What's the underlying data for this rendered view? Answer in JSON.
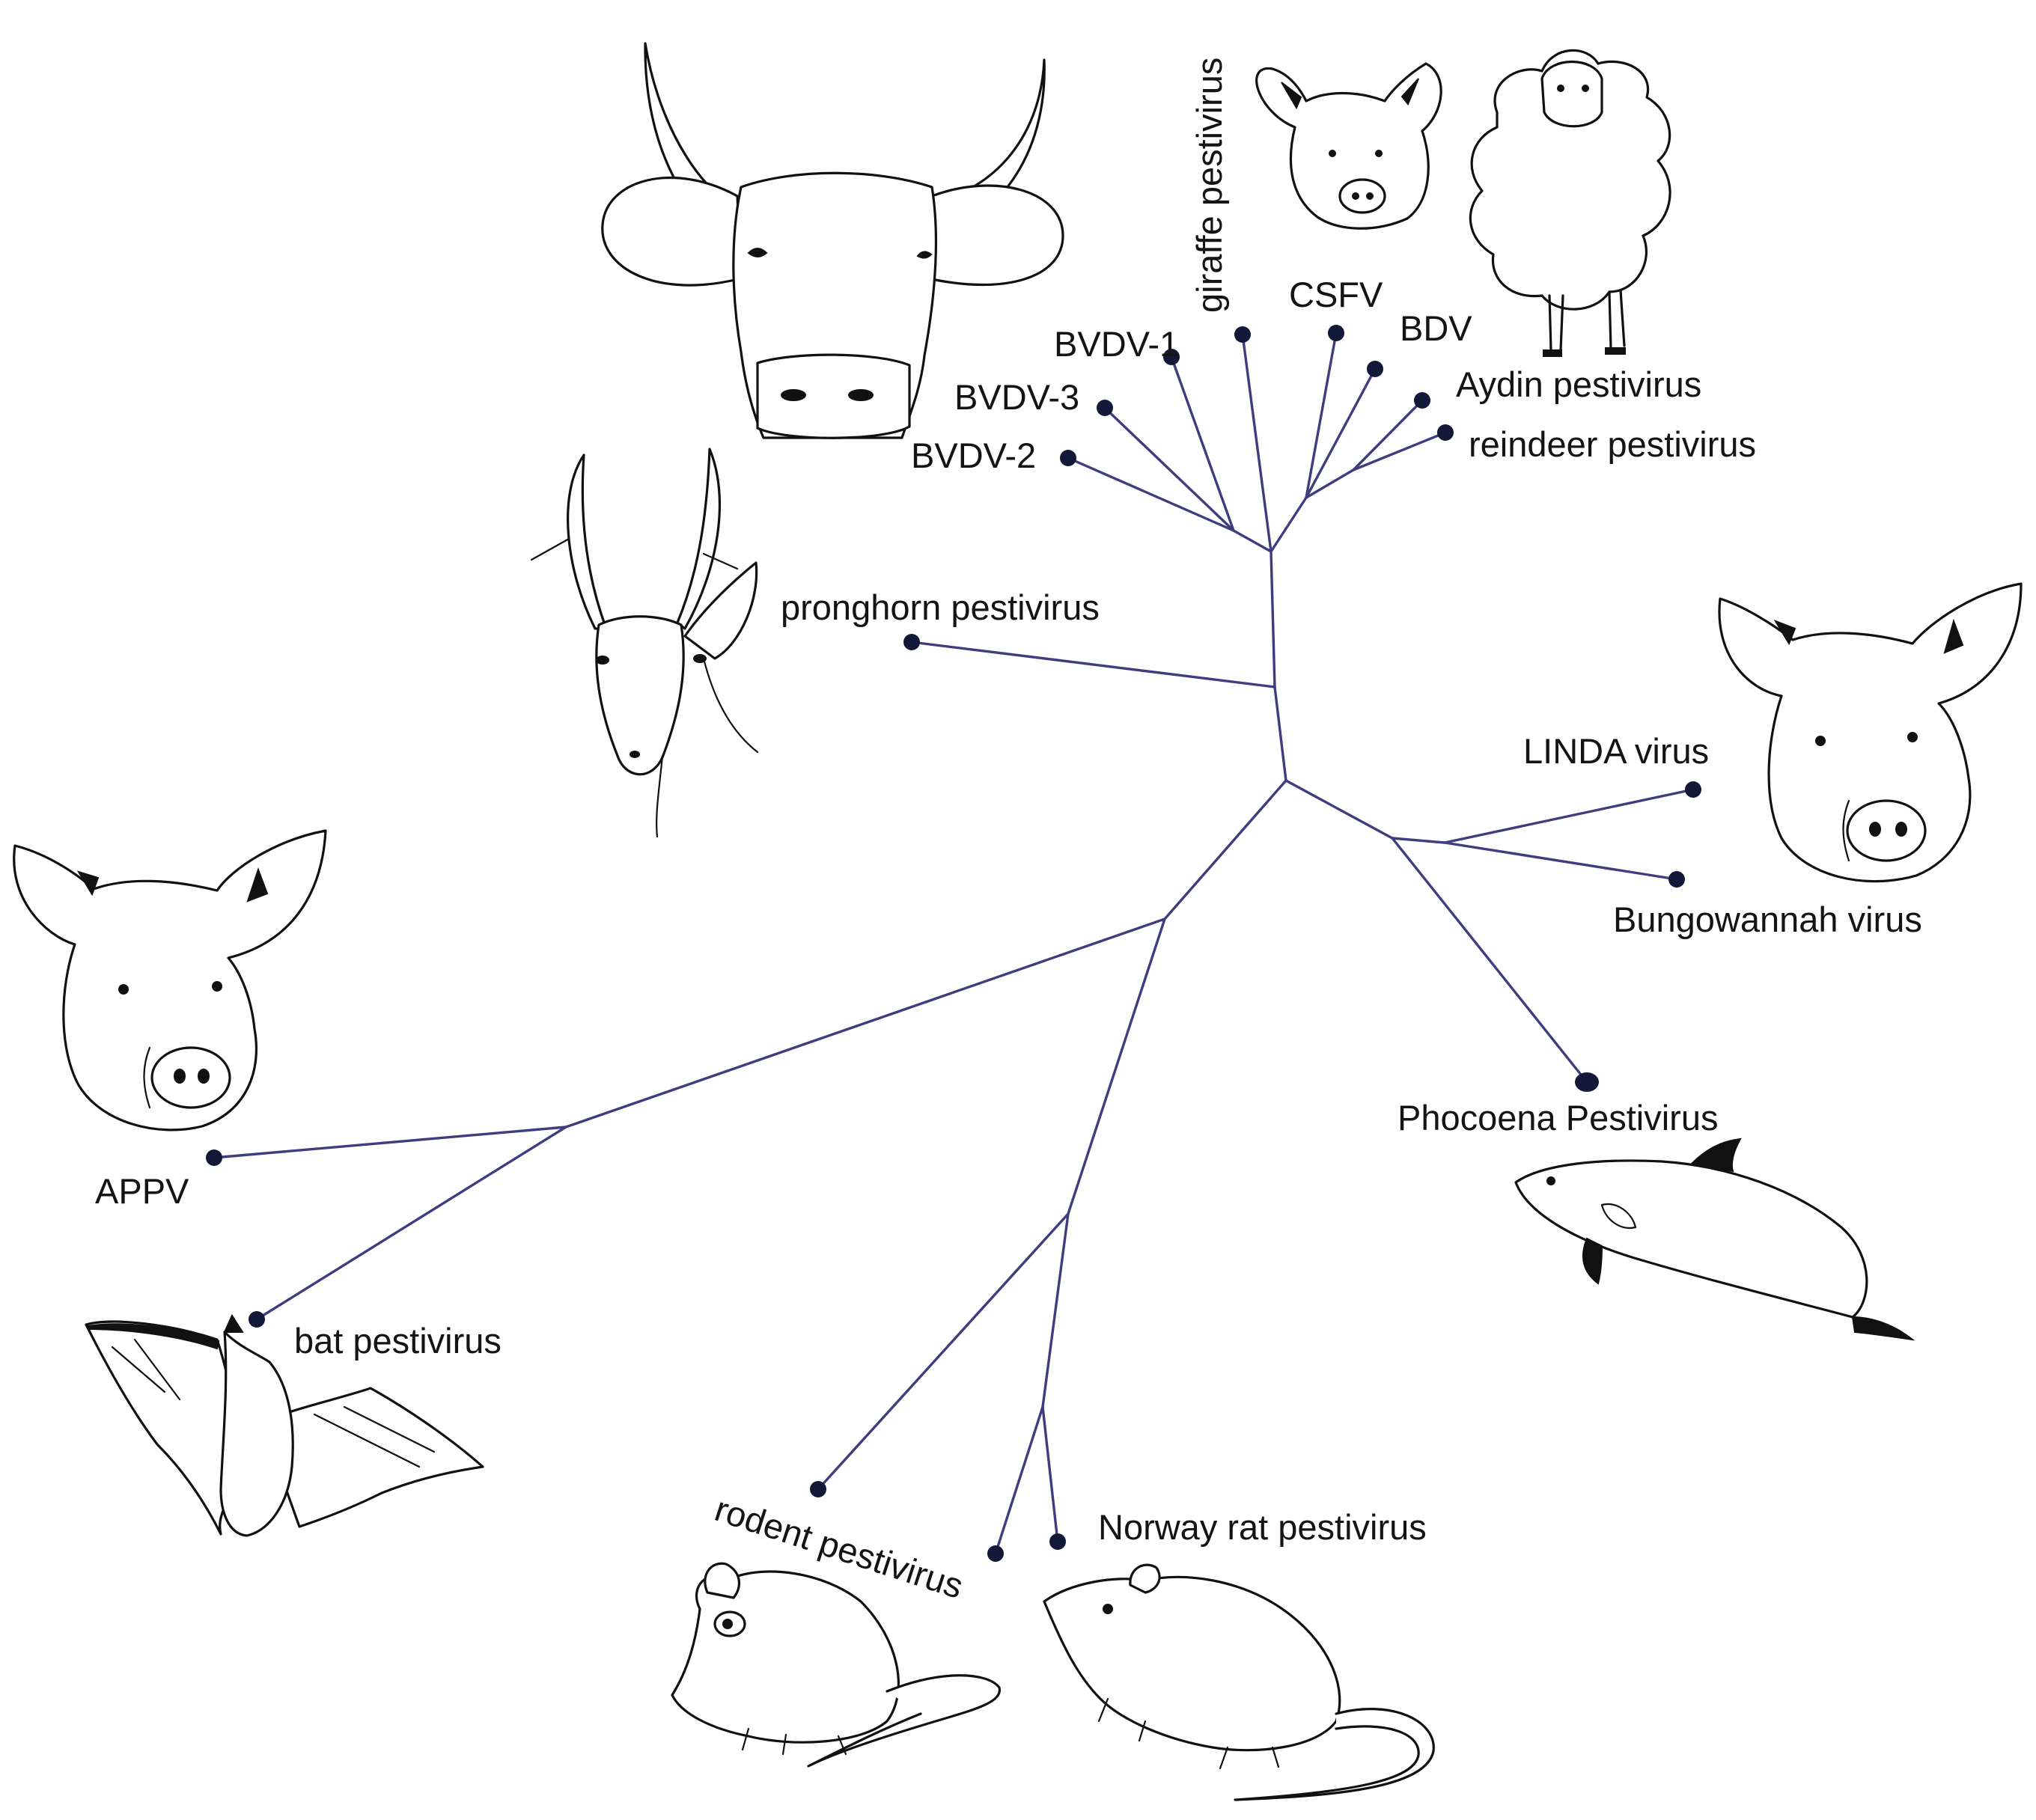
{
  "tree": {
    "branch_color": "#3f3d7e",
    "tip_color": "#121838",
    "leaves": [
      {
        "id": "bvdv1",
        "label": "BVDV-1"
      },
      {
        "id": "bvdv3",
        "label": "BVDV-3"
      },
      {
        "id": "bvdv2",
        "label": "BVDV-2"
      },
      {
        "id": "giraffe",
        "label": "giraffe pestivirus"
      },
      {
        "id": "csfv",
        "label": "CSFV"
      },
      {
        "id": "bdv",
        "label": "BDV"
      },
      {
        "id": "aydin",
        "label": "Aydin pestivirus"
      },
      {
        "id": "reindeer",
        "label": "reindeer pestivirus"
      },
      {
        "id": "pronghorn",
        "label": "pronghorn pestivirus"
      },
      {
        "id": "linda",
        "label": "LINDA virus"
      },
      {
        "id": "bungowannah",
        "label": "Bungowannah virus"
      },
      {
        "id": "phocoena",
        "label": "Phocoena Pestivirus"
      },
      {
        "id": "appv",
        "label": "APPV"
      },
      {
        "id": "bat",
        "label": "bat pestivirus"
      },
      {
        "id": "rodent",
        "label": "rodent pestivirus"
      },
      {
        "id": "norway-rat",
        "label": "Norway rat pestivirus"
      }
    ]
  },
  "illustrations": [
    {
      "name": "cow-illustration",
      "depicts": "cow"
    },
    {
      "name": "pig-head-small-illustration",
      "depicts": "pig"
    },
    {
      "name": "sheep-illustration",
      "depicts": "sheep"
    },
    {
      "name": "pronghorn-illustration",
      "depicts": "pronghorn"
    },
    {
      "name": "pig-head-right-illustration",
      "depicts": "pig"
    },
    {
      "name": "pig-head-left-illustration",
      "depicts": "pig"
    },
    {
      "name": "porpoise-illustration",
      "depicts": "porpoise"
    },
    {
      "name": "bat-illustration",
      "depicts": "bat"
    },
    {
      "name": "gerbil-illustration",
      "depicts": "rodent"
    },
    {
      "name": "rat-illustration",
      "depicts": "rat"
    }
  ]
}
